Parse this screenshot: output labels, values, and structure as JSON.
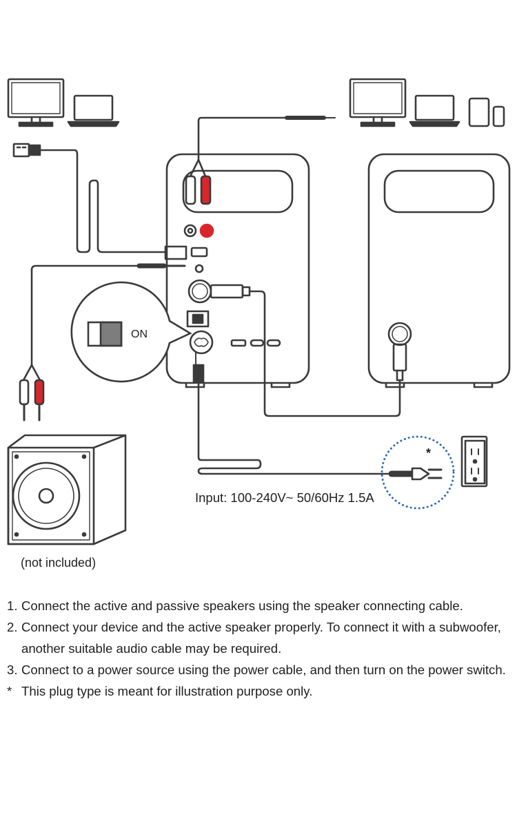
{
  "diagram": {
    "switch_label": "ON",
    "footnote_marker": "*",
    "icons": [
      "desktop-monitor-icon",
      "laptop-icon",
      "tablet-icon",
      "phone-icon",
      "usb-plug-icon",
      "wall-outlet-icon",
      "power-plug-icon",
      "subwoofer-icon"
    ],
    "colors": {
      "line": "#3a3a3a",
      "rca_red": "#d8262c",
      "outline_dots": "#2b6cb8",
      "switch_fill": "#7d7d7d"
    },
    "input_spec": "Input: 100-240V~ 50/60Hz 1.5A",
    "subwoofer_note": "(not included)"
  },
  "instructions": {
    "steps": [
      {
        "num": "1.",
        "text": "Connect the active and passive speakers using the speaker connecting cable."
      },
      {
        "num": "2.",
        "text": "Connect your device and the active speaker properly. To connect it with a subwoofer, another suitable audio cable may be required."
      },
      {
        "num": "3.",
        "text": "Connect to a power source using the power cable, and then turn on the power switch."
      }
    ],
    "footnote": {
      "marker": "*",
      "text": "This plug type is meant for illustration purpose only."
    }
  }
}
